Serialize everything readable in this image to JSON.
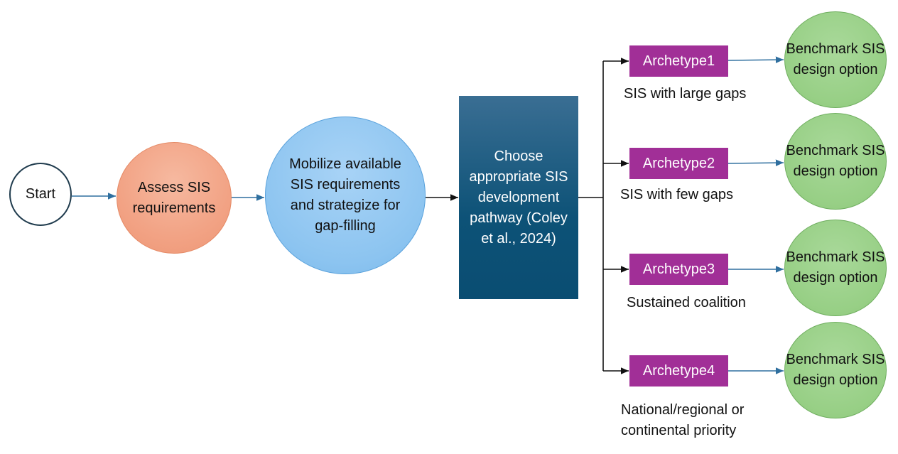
{
  "nodes": {
    "start": "Start",
    "assess": "Assess SIS requirements",
    "mobilize": "Mobilize available SIS requirements and strategize for gap-filling",
    "choose": "Choose appropriate SIS development pathway (Coley et al., 2024)"
  },
  "archetypes": [
    {
      "label": "Archetype1",
      "caption": "SIS with large gaps",
      "outcome": "Benchmark SIS design option"
    },
    {
      "label": "Archetype2",
      "caption": "SIS with few gaps",
      "outcome": "Benchmark SIS design option"
    },
    {
      "label": "Archetype3",
      "caption": "Sustained coalition",
      "outcome": "Benchmark SIS design option"
    },
    {
      "label": "Archetype4",
      "caption": "National/regional or continental priority",
      "outcome": "Benchmark SIS design option"
    }
  ],
  "colors": {
    "arrow_blue": "#2f6f9f",
    "arrow_black": "#111111",
    "archetype_fill": "#a12f97",
    "benchmark_fill": "#97cf85"
  }
}
